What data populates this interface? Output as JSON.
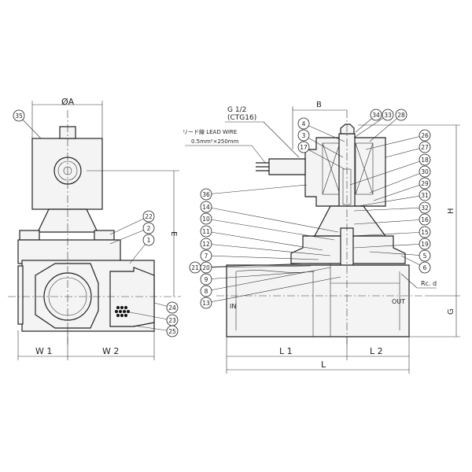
{
  "side_view": {
    "dim_phi_a": "ØA",
    "dim_w1": "W 1",
    "dim_w2": "W 2",
    "dim_e": "E",
    "balloons": [
      "35",
      "22",
      "2",
      "1",
      "24",
      "23",
      "25"
    ]
  },
  "section_view": {
    "dim_b": "B",
    "thread_label": "G 1/2",
    "thread_sub": "(CTG16)",
    "lead_wire_label": "リード線 LEAD WIRE",
    "lead_wire_spec": "0.5mm²×250mm",
    "dim_h": "H",
    "dim_g": "G",
    "dim_l1": "L 1",
    "dim_l2": "L 2",
    "dim_l": "L",
    "port_thread": "Rc. d",
    "inlet": "IN",
    "outlet": "OUT",
    "balloons": [
      "34",
      "33",
      "28",
      "4",
      "3",
      "17",
      "26",
      "27",
      "18",
      "30",
      "29",
      "31",
      "32",
      "16",
      "15",
      "19",
      "5",
      "6",
      "36",
      "14",
      "10",
      "11",
      "12",
      "7",
      "21",
      "20",
      "9",
      "8",
      "13"
    ]
  }
}
